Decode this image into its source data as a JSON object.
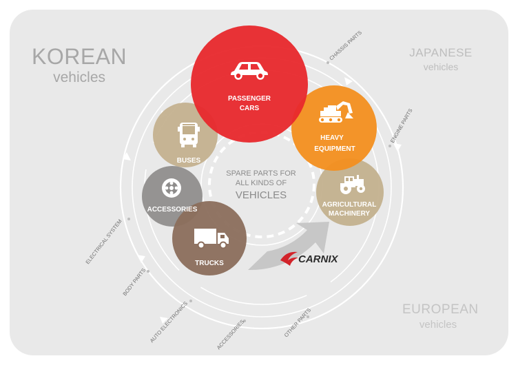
{
  "regions": {
    "korean": {
      "title": "KOREAN",
      "subtitle": "vehicles"
    },
    "japanese": {
      "title": "JAPANESE",
      "subtitle": "vehicles"
    },
    "european": {
      "title": "EUROPEAN",
      "subtitle": "vehicles"
    }
  },
  "center": {
    "line1": "SPARE PARTS FOR",
    "line2": "ALL KINDS OF",
    "line3": "VEHICLES"
  },
  "categories": {
    "passenger_cars": {
      "line1": "PASSENGER",
      "line2": "CARS",
      "icon": "car-icon",
      "color": "#e8282c"
    },
    "heavy_equipment": {
      "line1": "HEAVY",
      "line2": "EQUIPMENT",
      "icon": "excavator-icon",
      "color": "#f39020"
    },
    "agricultural_machinery": {
      "line1": "AGRICULTURAL",
      "line2": "MACHINERY",
      "icon": "tractor-icon",
      "color": "#c2af8c"
    },
    "buses": {
      "label": "BUSES",
      "icon": "bus-icon",
      "color": "#c2af8c"
    },
    "accessories": {
      "label": "ACCESSORIES",
      "icon": "wheel-icon",
      "color": "#8e8c8b"
    },
    "trucks": {
      "label": "TRUCKS",
      "icon": "truck-icon",
      "color": "#8b6e5c"
    }
  },
  "parts_labels": {
    "chassis": "CHASSIS PARTS",
    "engine": "ENGINE PARTS",
    "electrical": "ELECTRICAL SYSTEM",
    "body": "BODY PARTS",
    "auto_electronics": "AUTO ELECTRONICS",
    "accessories": "ACCESSORIES",
    "other": "OTHER PARTS"
  },
  "brand": {
    "name": "CARNIX",
    "logo_color": "#d2232a"
  },
  "colors": {
    "panel": "#e9e9e9",
    "region_text": "#a7a7a7"
  }
}
